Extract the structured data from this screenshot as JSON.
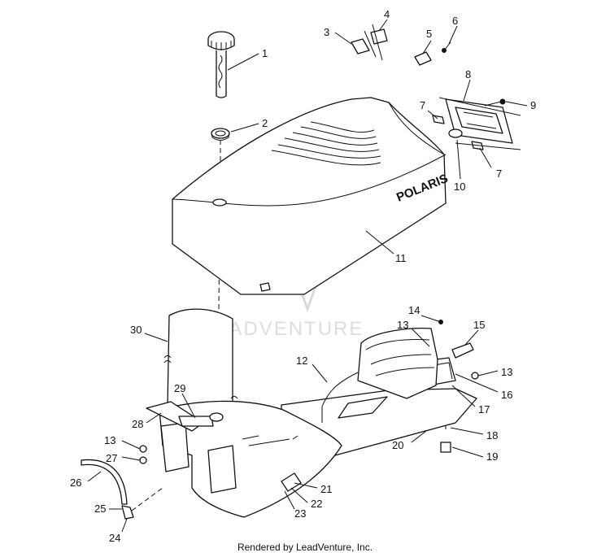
{
  "diagram": {
    "brand_text": "POLARIS",
    "watermark_text": "LEADVENTURE",
    "footer": "Rendered by LeadVenture, Inc.",
    "callouts": [
      "1",
      "2",
      "3",
      "4",
      "5",
      "6",
      "7",
      "7",
      "8",
      "9",
      "10",
      "11",
      "12",
      "13",
      "13",
      "13",
      "14",
      "15",
      "16",
      "17",
      "18",
      "19",
      "20",
      "21",
      "22",
      "23",
      "24",
      "25",
      "26",
      "27",
      "28",
      "29",
      "30"
    ]
  }
}
